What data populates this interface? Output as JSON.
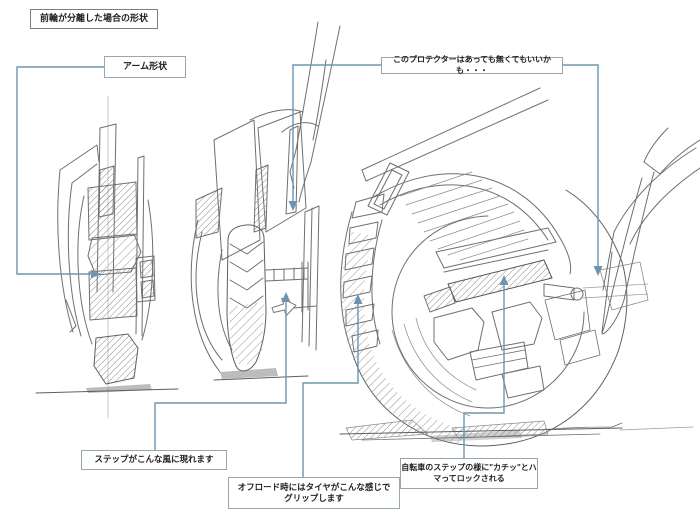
{
  "page": {
    "title": "前輪が分離した場合の形状",
    "background": "#ffffff"
  },
  "annotations": {
    "arm": {
      "label": "アーム形状"
    },
    "protector": {
      "label": "このプロテクターはあっても無くてもいいかも・・・"
    },
    "step": {
      "label": "ステップがこんな風に現れます"
    },
    "offroad": {
      "label": "オフロード時にはタイヤがこんな感じで\nグリップします"
    },
    "bicycle_lock": {
      "label": "自転車のステップの様に\"カチッ\"とハ\nマってロックされる"
    }
  },
  "figures": [
    "front-wheel-unit-side-view",
    "front-wheel-unit-three-quarter-view",
    "large-wheel-step-lock-detail"
  ],
  "colors": {
    "leader_blue": "#6d95b1",
    "pencil_gray": "#6f6f6f",
    "box_border": "#98a6b0",
    "text": "#1f1f1f"
  }
}
